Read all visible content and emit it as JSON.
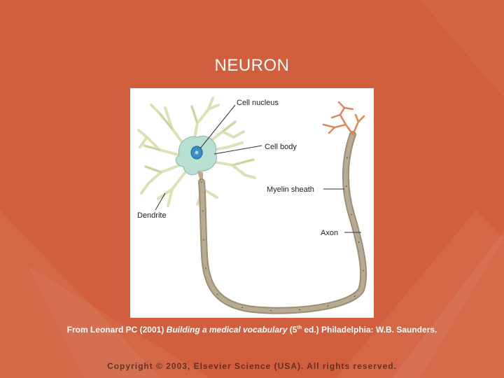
{
  "slide": {
    "title": "NEURON",
    "background_color": "#d15f3d"
  },
  "figure": {
    "labels": {
      "cell_nucleus": "Cell nucleus",
      "cell_body": "Cell body",
      "myelin_sheath": "Myelin sheath",
      "dendrite": "Dendrite",
      "axon": "Axon"
    },
    "colors": {
      "cell_body": "#b8e0d2",
      "nucleus": "#3b8ec4",
      "dendrite": "#d9e4b6",
      "axon": "#a89b82",
      "axon_terminal": "#e0855a"
    }
  },
  "caption": {
    "prefix": "From Leonard PC (2001) ",
    "book_title": "Building a medical vocabulary",
    "edition_open": " (5",
    "edition_sup": "th",
    "suffix": " ed.) Philadelphia: W.B. Saunders."
  },
  "footer": {
    "copyright": "Copyright © 2003, Elsevier Science (USA). All rights reserved."
  }
}
